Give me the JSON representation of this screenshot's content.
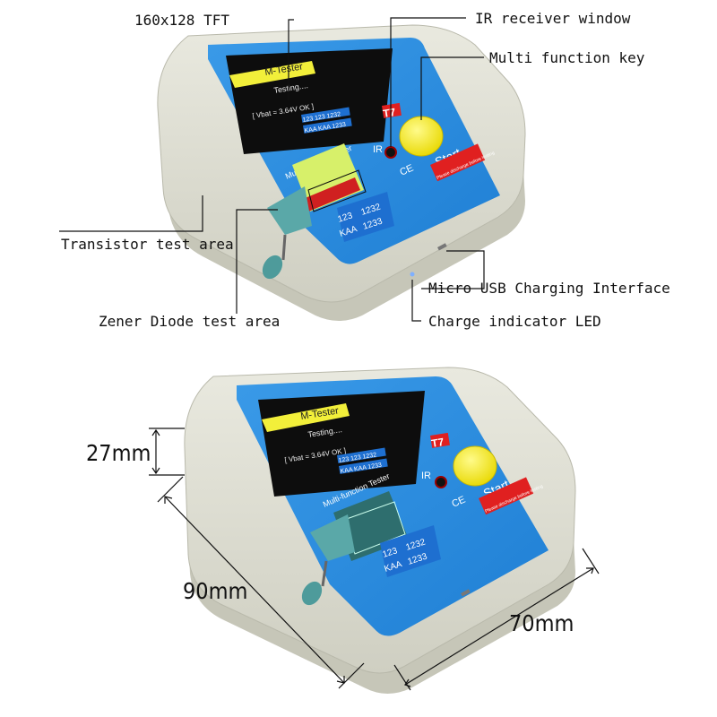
{
  "device": {
    "screen_header": "M-Tester",
    "screen_line1": "Testing....",
    "screen_line2": "[ Vbat = 3.64V OK ]",
    "pin_code1": "123 123 1232",
    "pin_code2": "KAA KAA 1233",
    "model": "T7",
    "panel_title": "Multi-function Tester",
    "ir_label": "IR",
    "ce_mark": "CE",
    "start_label": "Start",
    "warning_text": "Please discharge before testing",
    "socket_code1": "123",
    "socket_code2": "1232",
    "socket_code3": "KAA",
    "socket_code4": "1233"
  },
  "callouts": {
    "tft": "160x128 TFT",
    "ir_window": "IR receiver window",
    "multi_key": "Multi function key",
    "transistor_area": "Transistor test area",
    "usb": "Micro USB Charging Interface",
    "zener_area": "Zener Diode test area",
    "charge_led": "Charge indicator LED"
  },
  "dimensions": {
    "height": "27mm",
    "length": "90mm",
    "width": "70mm"
  },
  "colors": {
    "case": "#dcdcd0",
    "panel": "#2f8fe0",
    "screen_yellow": "#f2ef3a",
    "key_yellow": "#f6ee1a",
    "socket": "#5aa8a8",
    "red_badge": "#e02020"
  }
}
